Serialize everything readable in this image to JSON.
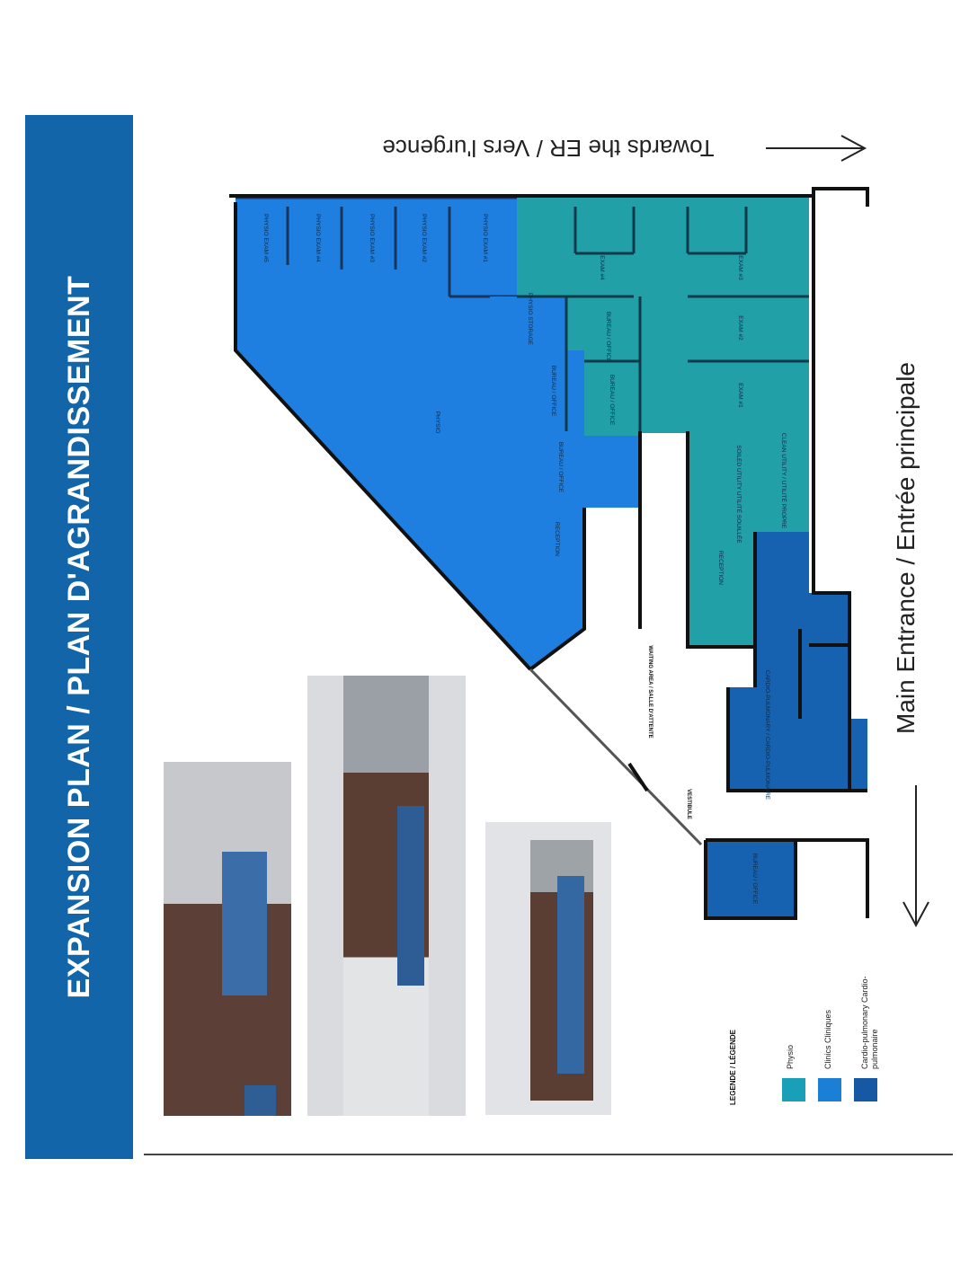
{
  "title": "EXPANSION PLAN / PLAN D'AGRANDISSEMENT",
  "directions": {
    "towards_er": "Towards the ER / Vers l'urgence",
    "main_entrance": "Main Entrance / Entrée principale"
  },
  "rooms": {
    "physio_exam_5": "PHYSIO EXAM #5",
    "physio_exam_4": "PHYSIO EXAM #4",
    "physio_exam_3": "PHYSIO EXAM #3",
    "physio_exam_2": "PHYSIO EXAM #2",
    "physio_exam_1": "PHYSIO EXAM #1",
    "exam_4": "EXAM #4",
    "exam_3": "EXAM #3",
    "exam_2": "EXAM #2",
    "exam_1": "EXAM #1",
    "physio_storage": "PHYSIO STORAGE",
    "bureau_office_1": "BUREAU / OFFICE",
    "bureau_office_2": "BUREAU / OFFICE",
    "bureau_office_3": "BUREAU / OFFICE",
    "bureau_office_4": "BUREAU / OFFICE",
    "bureau_office_5": "BUREAU / OFFICE",
    "physio": "PHYSIO",
    "reception_physio": "RECEPTION",
    "reception_clinic": "RECEPTION",
    "soiled_utility": "SOILED UTILITY UTILITÉ SOUILLÉE",
    "clean_utility": "CLEAN UTILITY / UTILITÉ PROPRE",
    "cardio_pulmonary": "CARDIO-PULMONARY / CARDIO-PULMONAIRE",
    "waiting_area": "WAITING AREA / SALLE D'ATTENTE",
    "vestibule": "VESTIBULE"
  },
  "legend": {
    "title": "LEGENDE / LÉGENDE",
    "items": [
      {
        "label": "Physio",
        "color": "#1a9fb8"
      },
      {
        "label": "Clinics Cliniques",
        "color": "#1b7fd6"
      },
      {
        "label": "Cardio-pulmonary Cardio-pulmonaire",
        "color": "#1658a4"
      }
    ]
  },
  "colors": {
    "title_band": "#1265a8",
    "physio_area": "#1e7fe0",
    "clinic_area": "#22a0a8",
    "cardio_area": "#1762b0"
  }
}
